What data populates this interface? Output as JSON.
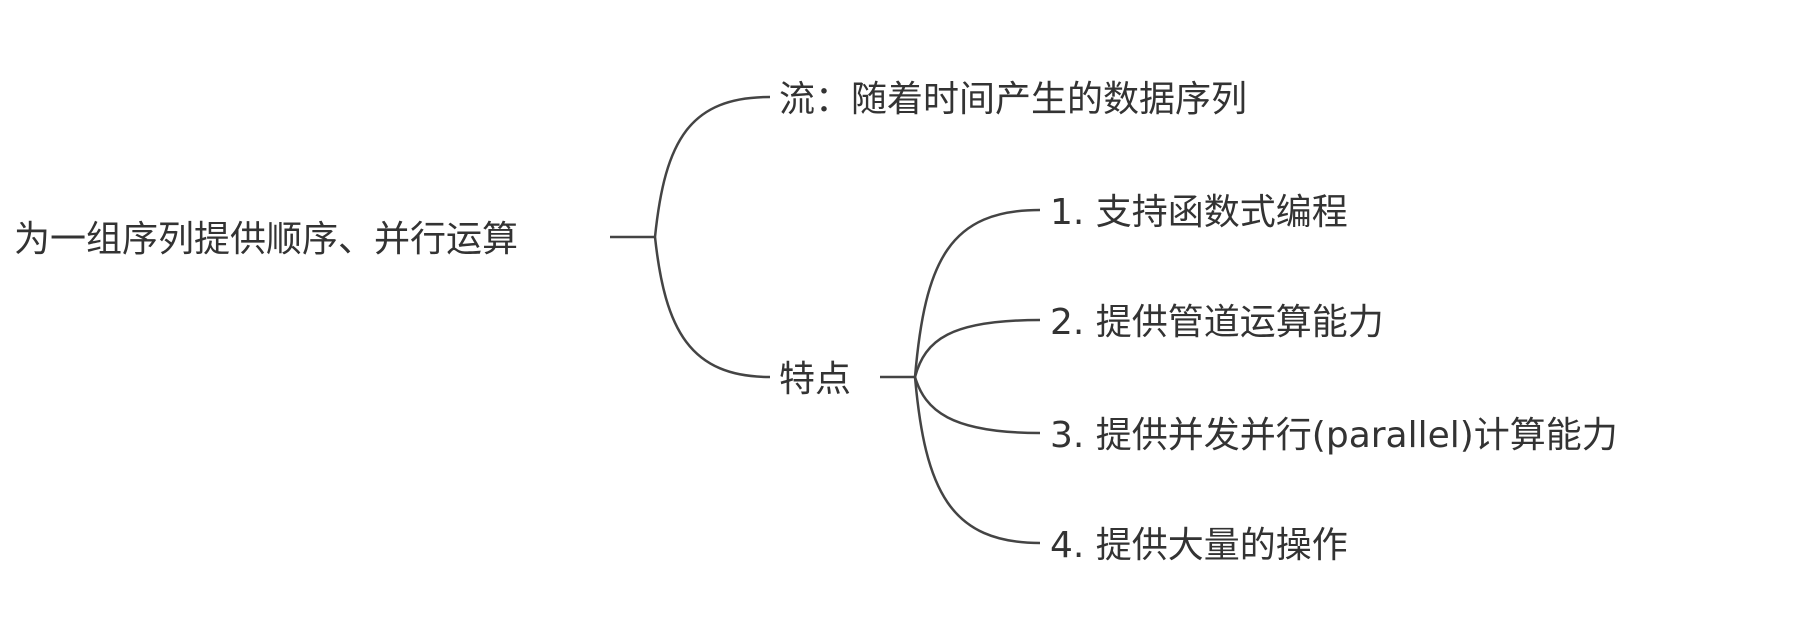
{
  "mindmap": {
    "root": "为一组序列提供顺序、并行运算",
    "branches": [
      {
        "label": "流：随着时间产生的数据序列"
      },
      {
        "label": "特点",
        "children": [
          "1. 支持函数式编程",
          "2. 提供管道运算能力",
          "3. 提供并发并行(parallel)计算能力",
          "4. 提供大量的操作"
        ]
      }
    ]
  },
  "colors": {
    "text": "#333333",
    "line": "#444444"
  }
}
